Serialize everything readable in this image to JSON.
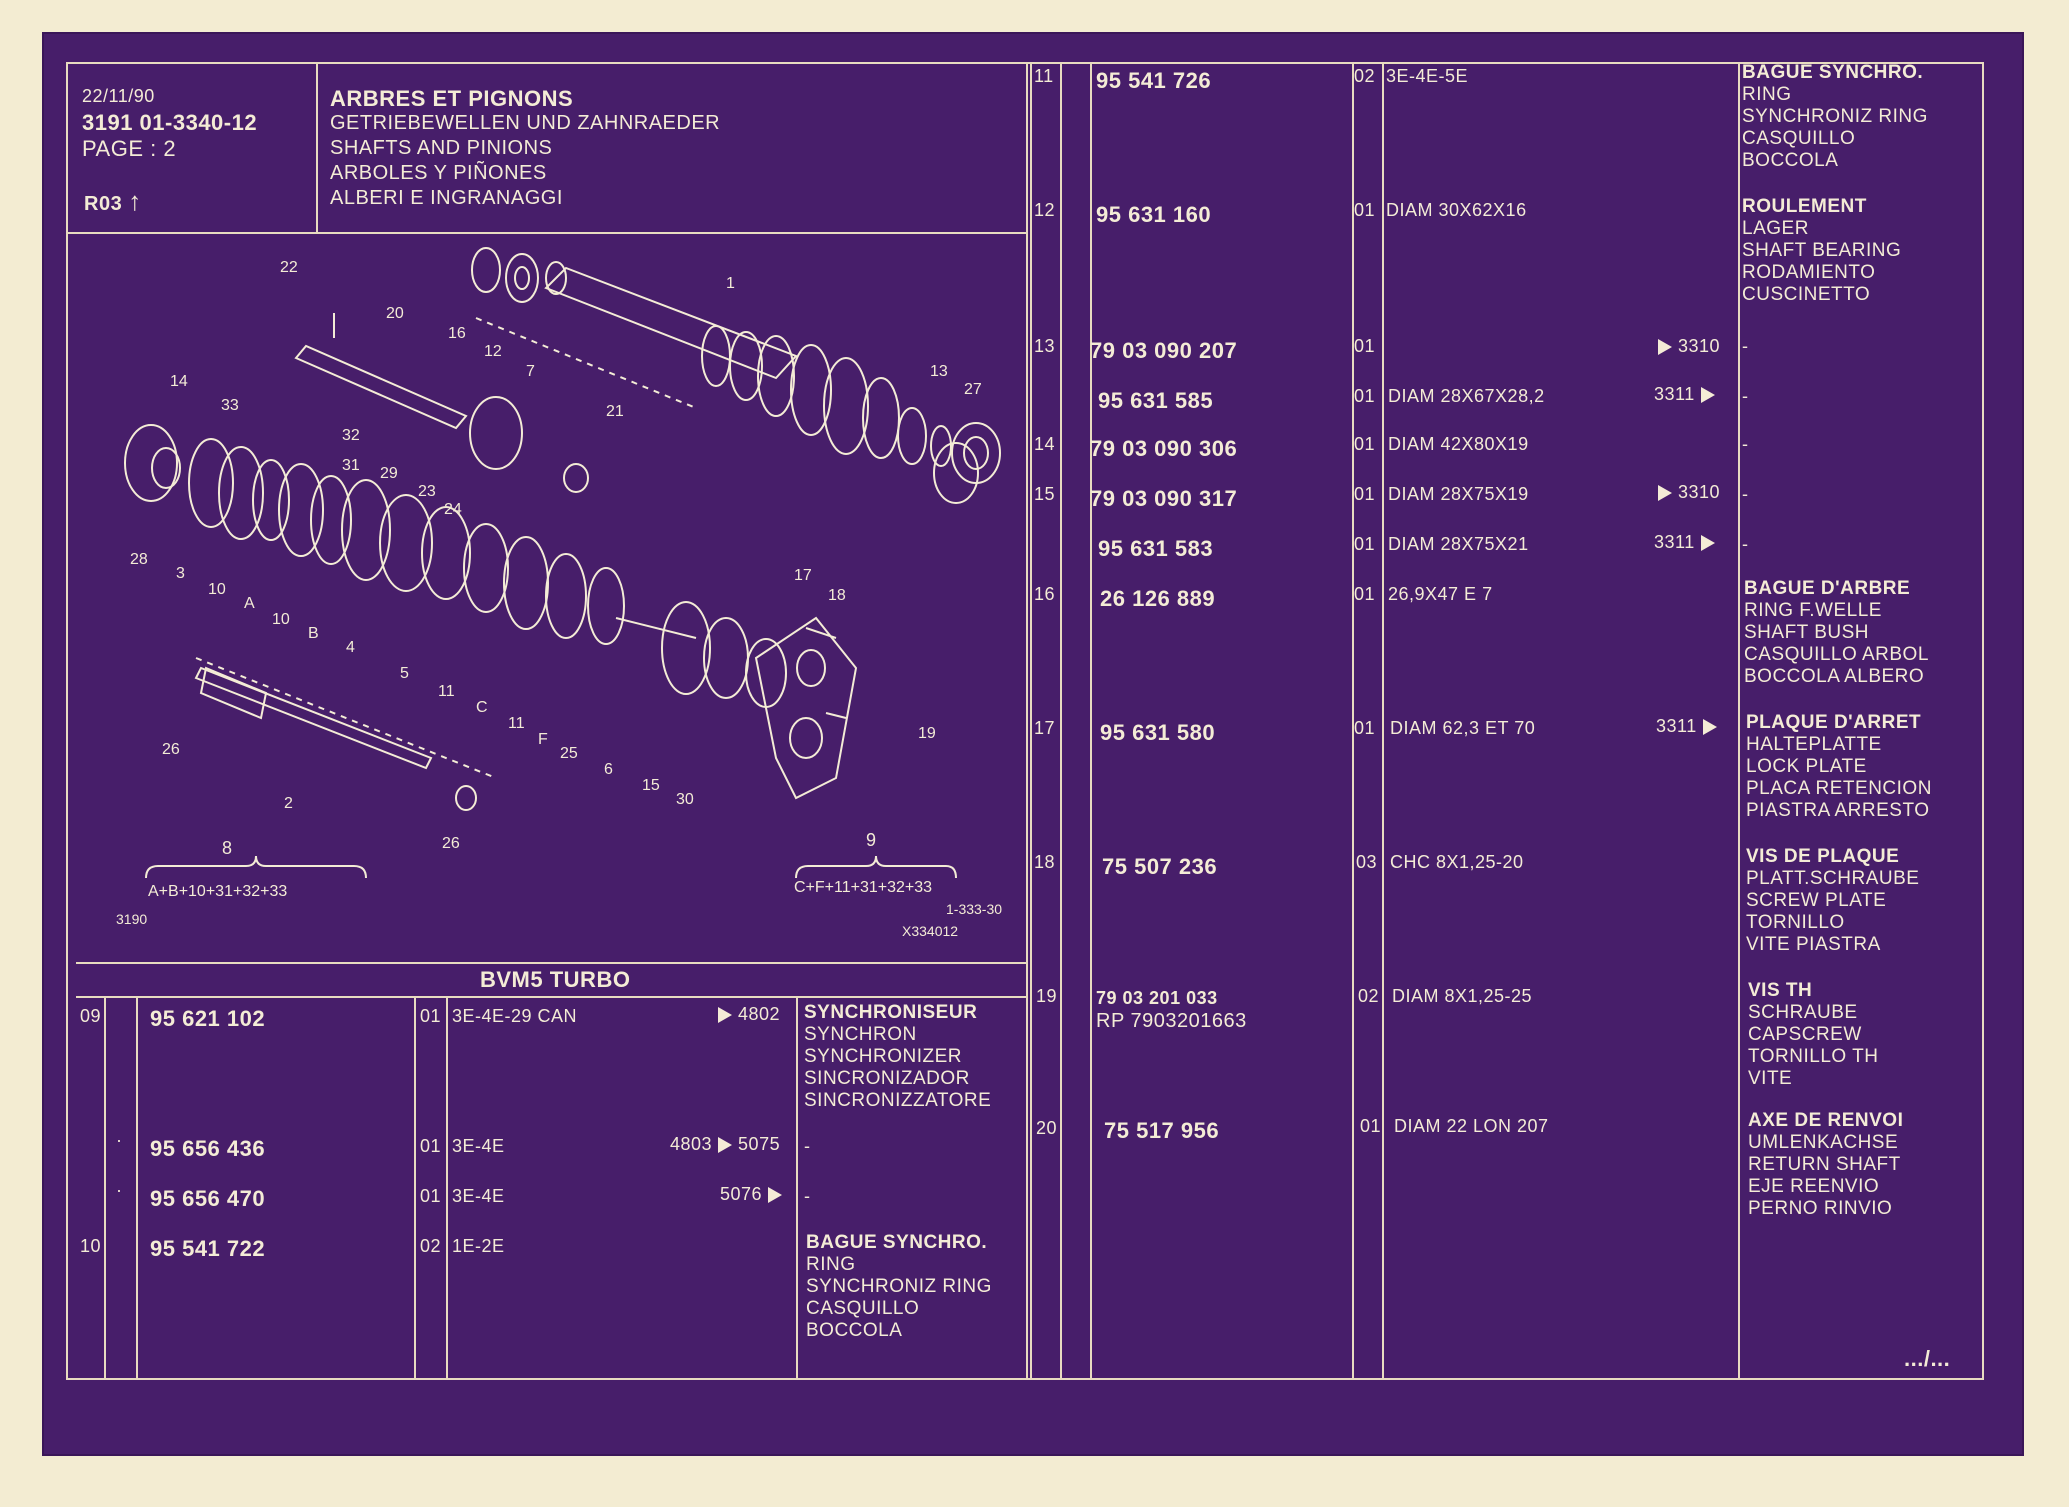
{
  "header": {
    "date": "22/11/90",
    "ref": "3191  01-3340-12",
    "page": "PAGE : 2",
    "rev": "R03",
    "titles": [
      "ARBRES ET PIGNONS",
      "GETRIEBEWELLEN UND ZAHNRAEDER",
      "SHAFTS AND PINIONS",
      "ARBOLES Y PIÑONES",
      "ALBERI E INGRANAGGI"
    ]
  },
  "diagram": {
    "callouts": [
      "22",
      "20",
      "16",
      "12",
      "1",
      "7",
      "13",
      "27",
      "14",
      "33",
      "32",
      "31",
      "21",
      "29",
      "23",
      "24",
      "28",
      "3",
      "10",
      "A",
      "10",
      "B",
      "4",
      "5",
      "11",
      "C",
      "11",
      "F",
      "25",
      "6",
      "15",
      "30",
      "17",
      "18",
      "19",
      "26",
      "2",
      "26"
    ],
    "group8_num": "8",
    "group8_formula": "A+B+10+31+32+33",
    "group9_num": "9",
    "group9_formula": "C+F+11+31+32+33",
    "code_left": "3190",
    "code_right": "1-333-30",
    "code_bottom": "X334012"
  },
  "section_title": "BVM5 TURBO",
  "left_rows": [
    {
      "item": "09",
      "dot": "",
      "part": "95 621 102",
      "qty": "01",
      "spec": "3E-4E-29 CAN",
      "arrow_from": "",
      "arrow_to": "4802",
      "desc": [
        "SYNCHRONISEUR",
        "SYNCHRON",
        "SYNCHRONIZER",
        "SINCRONIZADOR",
        "SINCRONIZZATORE"
      ]
    },
    {
      "item": "",
      "dot": "·",
      "part": "95 656 436",
      "qty": "01",
      "spec": "3E-4E",
      "arrow_from": "4803",
      "arrow_to": "5075",
      "desc": [
        "-"
      ]
    },
    {
      "item": "",
      "dot": "·",
      "part": "95 656 470",
      "qty": "01",
      "spec": "3E-4E",
      "arrow_from": "5076",
      "arrow_to": "",
      "desc": [
        "-"
      ]
    },
    {
      "item": "10",
      "dot": "",
      "part": "95 541 722",
      "qty": "02",
      "spec": "1E-2E",
      "arrow_from": "",
      "arrow_to": "",
      "desc": [
        "BAGUE SYNCHRO.",
        "RING",
        "SYNCHRONIZ RING",
        "CASQUILLO",
        "BOCCOLA"
      ]
    }
  ],
  "right_rows": [
    {
      "item": "11",
      "part": "95 541 726",
      "part2": "",
      "qty": "02",
      "spec": "3E-4E-5E",
      "arrow_from": "",
      "arrow_to": "",
      "desc": [
        "BAGUE SYNCHRO.",
        "RING",
        "SYNCHRONIZ RING",
        "CASQUILLO",
        "BOCCOLA"
      ]
    },
    {
      "item": "12",
      "part": "95 631 160",
      "part2": "",
      "qty": "01",
      "spec": "DIAM 30X62X16",
      "arrow_from": "",
      "arrow_to": "",
      "desc": [
        "ROULEMENT",
        "LAGER",
        "SHAFT BEARING",
        "RODAMIENTO",
        "CUSCINETTO"
      ]
    },
    {
      "item": "13",
      "part": "79 03 090 207",
      "part2": "",
      "qty": "01",
      "spec": "",
      "arrow_from": "",
      "arrow_to": "3310",
      "desc": [
        "-"
      ]
    },
    {
      "item": "",
      "part": "95 631 585",
      "part2": "",
      "qty": "01",
      "spec": "DIAM 28X67X28,2",
      "arrow_from": "3311",
      "arrow_to": "",
      "desc": [
        "-"
      ]
    },
    {
      "item": "14",
      "part": "79 03 090 306",
      "part2": "",
      "qty": "01",
      "spec": "DIAM 42X80X19",
      "arrow_from": "",
      "arrow_to": "",
      "desc": [
        "-"
      ]
    },
    {
      "item": "15",
      "part": "79 03 090 317",
      "part2": "",
      "qty": "01",
      "spec": "DIAM 28X75X19",
      "arrow_from": "",
      "arrow_to": "3310",
      "desc": [
        "-"
      ]
    },
    {
      "item": "",
      "part": "95 631 583",
      "part2": "",
      "qty": "01",
      "spec": "DIAM 28X75X21",
      "arrow_from": "3311",
      "arrow_to": "",
      "desc": [
        "-"
      ]
    },
    {
      "item": "16",
      "part": "26 126 889",
      "part2": "",
      "qty": "01",
      "spec": "26,9X47 E 7",
      "arrow_from": "",
      "arrow_to": "",
      "desc": [
        "BAGUE D'ARBRE",
        "RING F.WELLE",
        "SHAFT BUSH",
        "CASQUILLO ARBOL",
        "BOCCOLA ALBERO"
      ]
    },
    {
      "item": "17",
      "part": "95 631 580",
      "part2": "",
      "qty": "01",
      "spec": "DIAM 62,3 ET 70",
      "arrow_from": "3311",
      "arrow_to": "",
      "desc": [
        "PLAQUE D'ARRET",
        "HALTEPLATTE",
        "LOCK PLATE",
        "PLACA RETENCION",
        "PIASTRA ARRESTO"
      ]
    },
    {
      "item": "18",
      "part": "75 507 236",
      "part2": "",
      "qty": "03",
      "spec": "CHC 8X1,25-20",
      "arrow_from": "",
      "arrow_to": "",
      "desc": [
        "VIS DE PLAQUE",
        "PLATT.SCHRAUBE",
        "SCREW PLATE",
        "TORNILLO",
        "VITE PIASTRA"
      ]
    },
    {
      "item": "19",
      "part": "79 03 201 033",
      "part2": "RP  7903201663",
      "qty": "02",
      "spec": "DIAM 8X1,25-25",
      "arrow_from": "",
      "arrow_to": "",
      "desc": [
        "VIS TH",
        "SCHRAUBE",
        "CAPSCREW",
        "TORNILLO TH",
        "VITE"
      ]
    },
    {
      "item": "20",
      "part": "75 517 956",
      "part2": "",
      "qty": "01",
      "spec": "DIAM 22 LON 207",
      "arrow_from": "",
      "arrow_to": "",
      "desc": [
        "AXE DE RENVOI",
        "UMLENKACHSE",
        "RETURN SHAFT",
        "EJE REENVIO",
        "PERNO RINVIO"
      ]
    }
  ],
  "continuation": ".../..."
}
